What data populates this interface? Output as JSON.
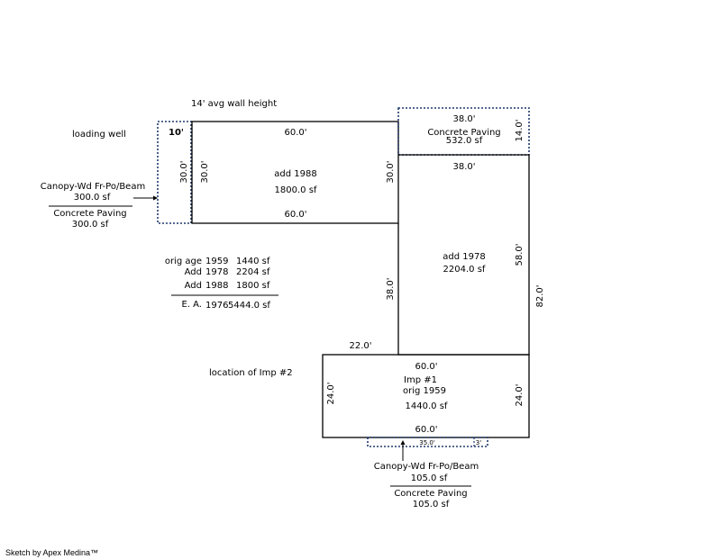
{
  "wall_height": "14' avg wall height",
  "loading_well": {
    "label": "loading well",
    "width": "10'",
    "height": "30.0'",
    "area_label": "Canopy-Wd Fr-Po/Beam",
    "area": "300.0 sf",
    "paving_label": "Concrete Paving",
    "paving_area": "300.0 sf"
  },
  "add_1988": {
    "label": "add 1988",
    "area": "1800.0 sf",
    "top": "60.0'",
    "bottom": "60.0'",
    "left": "30.0'",
    "right": "30.0'"
  },
  "top_paving": {
    "width": "38.0'",
    "label": "Concrete Paving",
    "area": "532.0 sf",
    "height": "14.0'"
  },
  "add_1978": {
    "label": "add 1978",
    "area": "2204.0 sf",
    "top": "38.0'",
    "left": "38.0'",
    "right": "58.0'",
    "overall": "82.0'"
  },
  "summary": {
    "rows": [
      {
        "label": "orig age",
        "year": "1959",
        "area": "1440 sf"
      },
      {
        "label": "Add",
        "year": "1978",
        "area": "2204 sf"
      },
      {
        "label": "Add",
        "year": "1988",
        "area": "1800 sf"
      }
    ],
    "total_label": "E. A.",
    "total_year": "1976",
    "total_area": "5444.0 sf"
  },
  "step_width": "22.0'",
  "imp2_label": "location of Imp #2",
  "imp1": {
    "name": "Imp #1",
    "orig": "orig  1959",
    "area": "1440.0 sf",
    "top": "60.0'",
    "bottom": "60.0'",
    "left": "24.0'",
    "right": "24.0'"
  },
  "bottom_canopy": {
    "length": "35.0'",
    "end": "3'",
    "area_label": "Canopy-Wd Fr-Po/Beam",
    "area": "105.0 sf",
    "paving_label": "Concrete Paving",
    "paving_area": "105.0 sf"
  },
  "footer": "Sketch by Apex Medina™"
}
